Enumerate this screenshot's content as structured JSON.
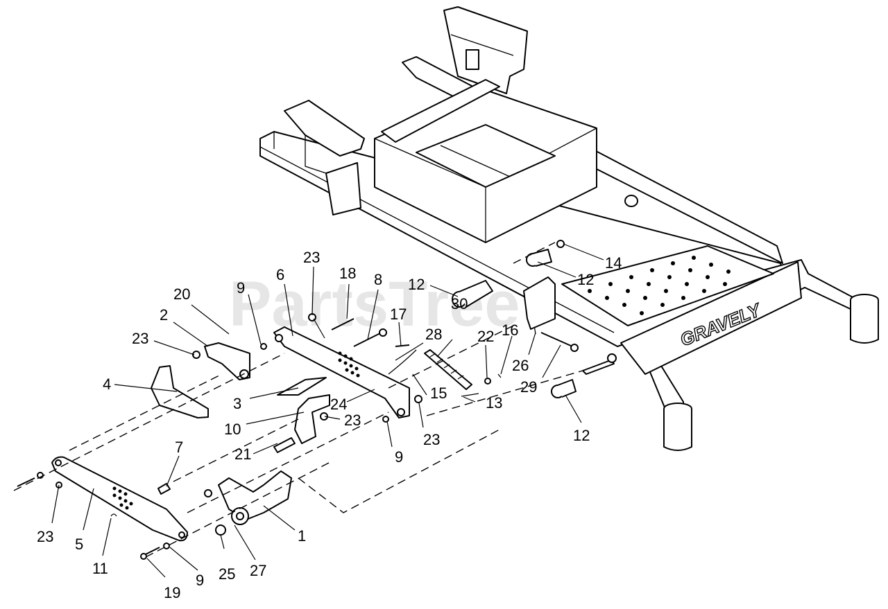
{
  "watermark": "PartsTree",
  "brand_label": "GRAVELY",
  "callouts": [
    "23",
    "18",
    "8",
    "12",
    "14",
    "12",
    "9",
    "6",
    "20",
    "2",
    "17",
    "30",
    "28",
    "22",
    "16",
    "23",
    "4",
    "3",
    "24",
    "15",
    "13",
    "26",
    "29",
    "10",
    "23",
    "23",
    "21",
    "9",
    "12",
    "7",
    "1",
    "23",
    "5",
    "11",
    "9",
    "25",
    "27",
    "19"
  ]
}
